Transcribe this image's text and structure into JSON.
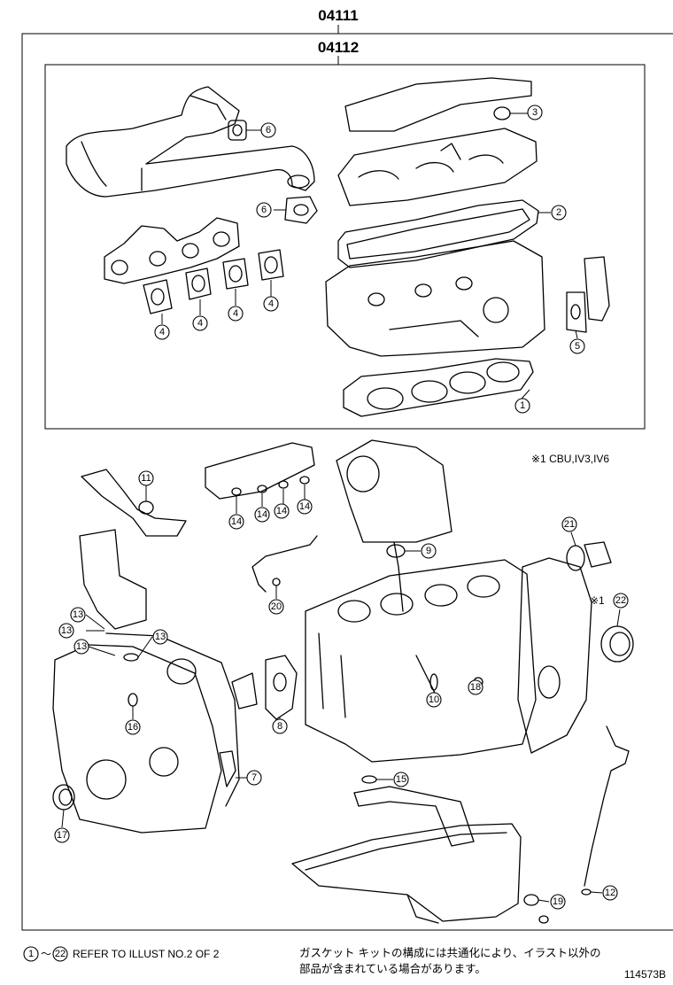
{
  "header": {
    "outer_part_number": "04111",
    "inner_part_number": "04112"
  },
  "note_variant": "※1 CBU,IV3,IV6",
  "note_variant_short": "※1",
  "footer": {
    "refer_range_start": "1",
    "refer_range_end": "22",
    "refer_text": "REFER TO ILLUST NO.2 OF 2",
    "jp_line1": "ガスケット キットの構成には共通化により、イラスト以外の",
    "jp_line2": "部品が含まれている場合があります。",
    "illustration_id": "114573B"
  },
  "callouts": [
    "1",
    "2",
    "3",
    "4",
    "5",
    "6",
    "7",
    "8",
    "9",
    "10",
    "11",
    "12",
    "13",
    "14",
    "15",
    "16",
    "17",
    "18",
    "19",
    "20",
    "21",
    "22"
  ]
}
